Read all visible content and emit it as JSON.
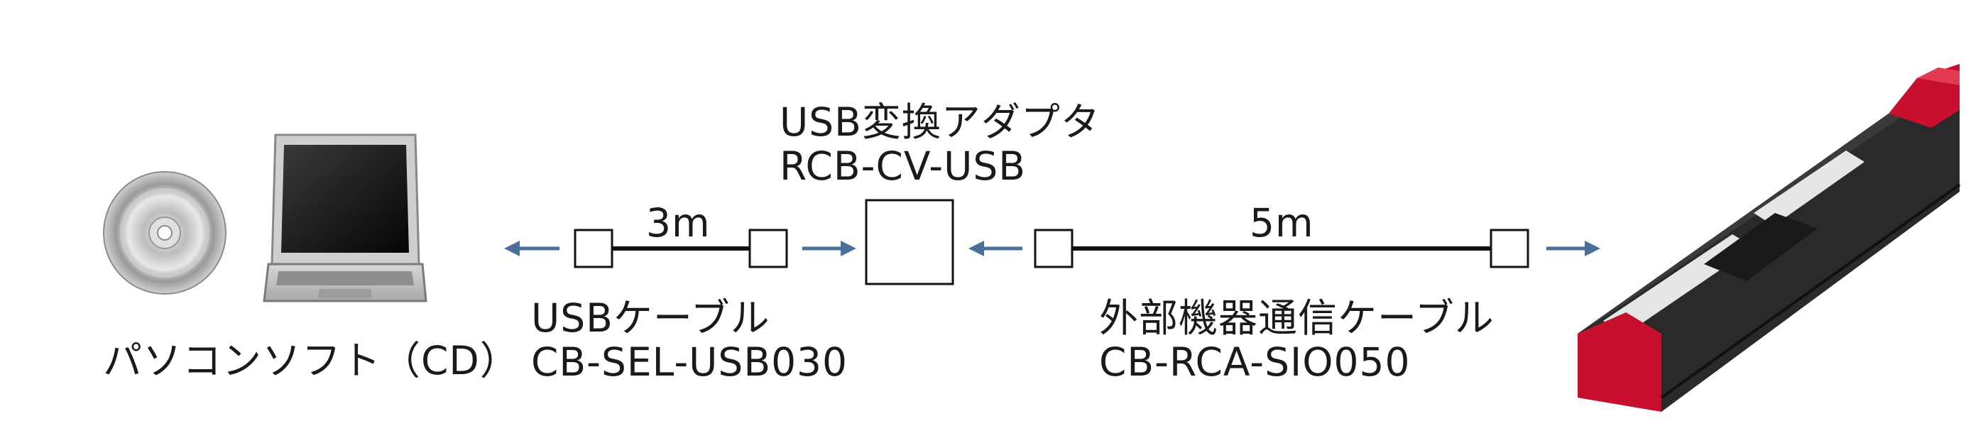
{
  "software": {
    "label": "パソコンソフト（CD）"
  },
  "usb_cable": {
    "length": "3m",
    "name": "USBケーブル",
    "model": "CB-SEL-USB030"
  },
  "adapter": {
    "name": "USB変換アダプタ",
    "model": "RCB-CV-USB"
  },
  "comm_cable": {
    "length": "5m",
    "name": "外部機器通信ケーブル",
    "model": "CB-RCA-SIO050"
  },
  "colors": {
    "arrow": "#4a6f9a",
    "actuator_red": "#c8102e",
    "actuator_body": "#2a2a2a"
  },
  "icons": [
    "cd-icon",
    "laptop-icon",
    "actuator-icon"
  ]
}
